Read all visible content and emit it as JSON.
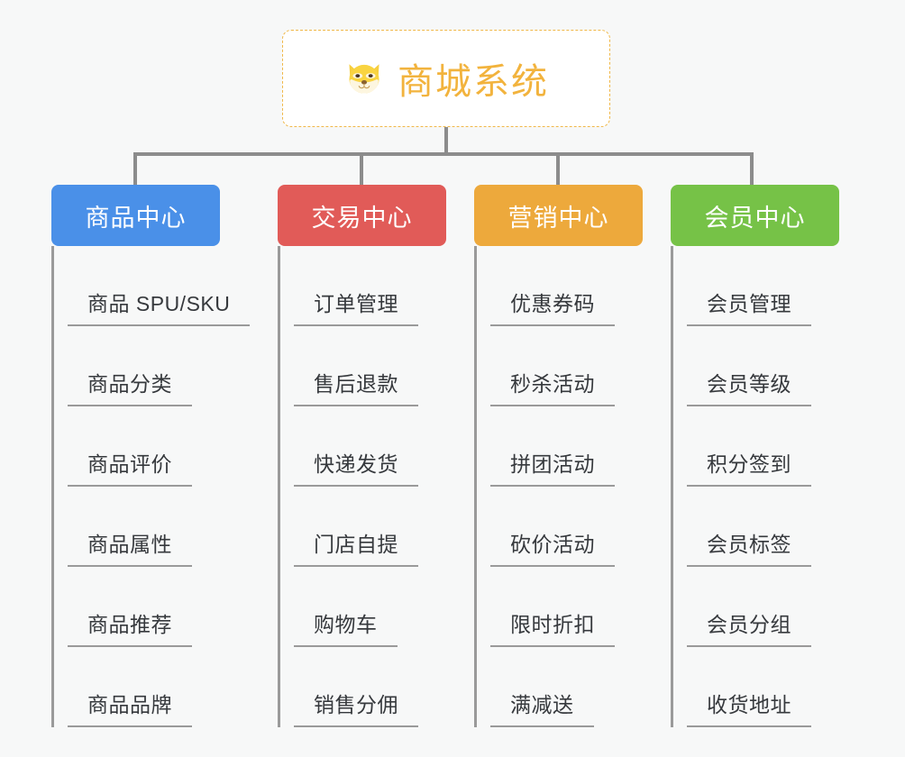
{
  "diagram": {
    "type": "mindmap-org-chart",
    "background_color": "#f7f8f8",
    "line_color": "#9a9a9a",
    "root": {
      "title": "商城系统",
      "icon": "shiba-dog-face-icon",
      "text_color": "#f2b33d",
      "border_color": "#f0b849",
      "background_color": "#ffffff"
    },
    "categories": [
      {
        "label": "商品中心",
        "color": "#4a90e8",
        "items": [
          "商品 SPU/SKU",
          "商品分类",
          "商品评价",
          "商品属性",
          "商品推荐",
          "商品品牌"
        ]
      },
      {
        "label": "交易中心",
        "color": "#e15b58",
        "items": [
          "订单管理",
          "售后退款",
          "快递发货",
          "门店自提",
          "购物车",
          "销售分佣"
        ]
      },
      {
        "label": "营销中心",
        "color": "#eda93c",
        "items": [
          "优惠券码",
          "秒杀活动",
          "拼团活动",
          "砍价活动",
          "限时折扣",
          "满减送"
        ]
      },
      {
        "label": "会员中心",
        "color": "#76c247",
        "items": [
          "会员管理",
          "会员等级",
          "积分签到",
          "会员标签",
          "会员分组",
          "收货地址"
        ]
      }
    ]
  }
}
